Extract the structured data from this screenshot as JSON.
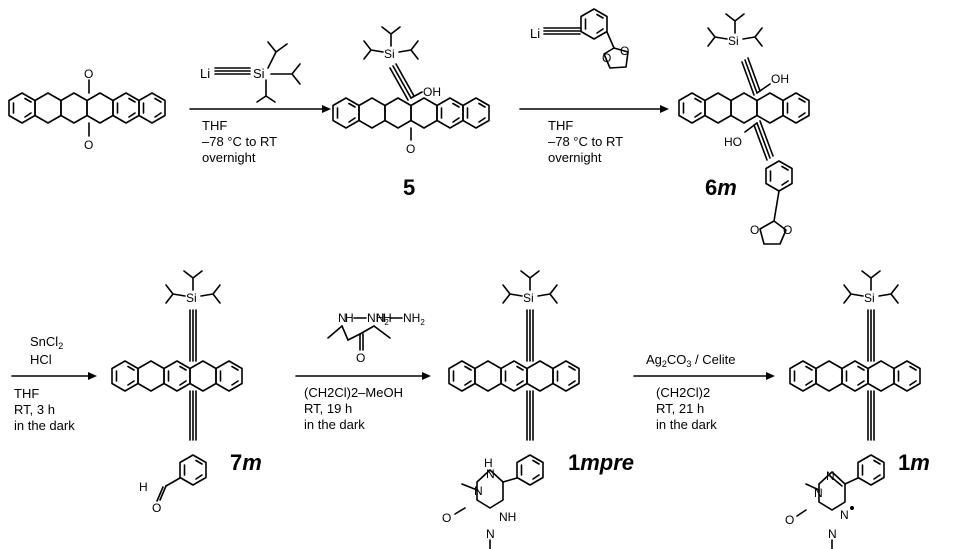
{
  "compounds": {
    "c5": "5",
    "c6m_num": "6",
    "c6m_it": "m",
    "c7m_num": "7",
    "c7m_it": "m",
    "c1mpre_num": "1",
    "c1mpre_it": "mpre",
    "c1m_num": "1",
    "c1m_it": "m"
  },
  "reagents": {
    "r1": "Li",
    "r1_si": "Si",
    "r2": "Li",
    "r3a": "SnCl",
    "r3a_sub": "2",
    "r3b": "HCl",
    "r5a": "Ag",
    "r5a_sub": "2",
    "r5a_tail": "CO",
    "r5a_sub2": "3",
    "r5a_rest": " / Celite"
  },
  "conditions": {
    "step1": [
      "THF",
      "–78 °C to RT",
      "overnight"
    ],
    "step2": [
      "THF",
      "–78 °C to RT",
      "overnight"
    ],
    "step3": [
      "THF",
      "RT, 3 h",
      "in the dark"
    ],
    "step4": [
      "(CH2Cl)2–MeOH",
      "RT, 19 h",
      "in the dark"
    ],
    "step5": [
      "(CH2Cl)2",
      "RT, 21 h",
      "in the dark"
    ]
  },
  "atoms": {
    "O": "O",
    "OH": "OH",
    "HO": "HO",
    "Si": "Si",
    "H": "H",
    "N": "N",
    "NH": "NH",
    "NH2": "NH",
    "NH2_sub": "2"
  }
}
